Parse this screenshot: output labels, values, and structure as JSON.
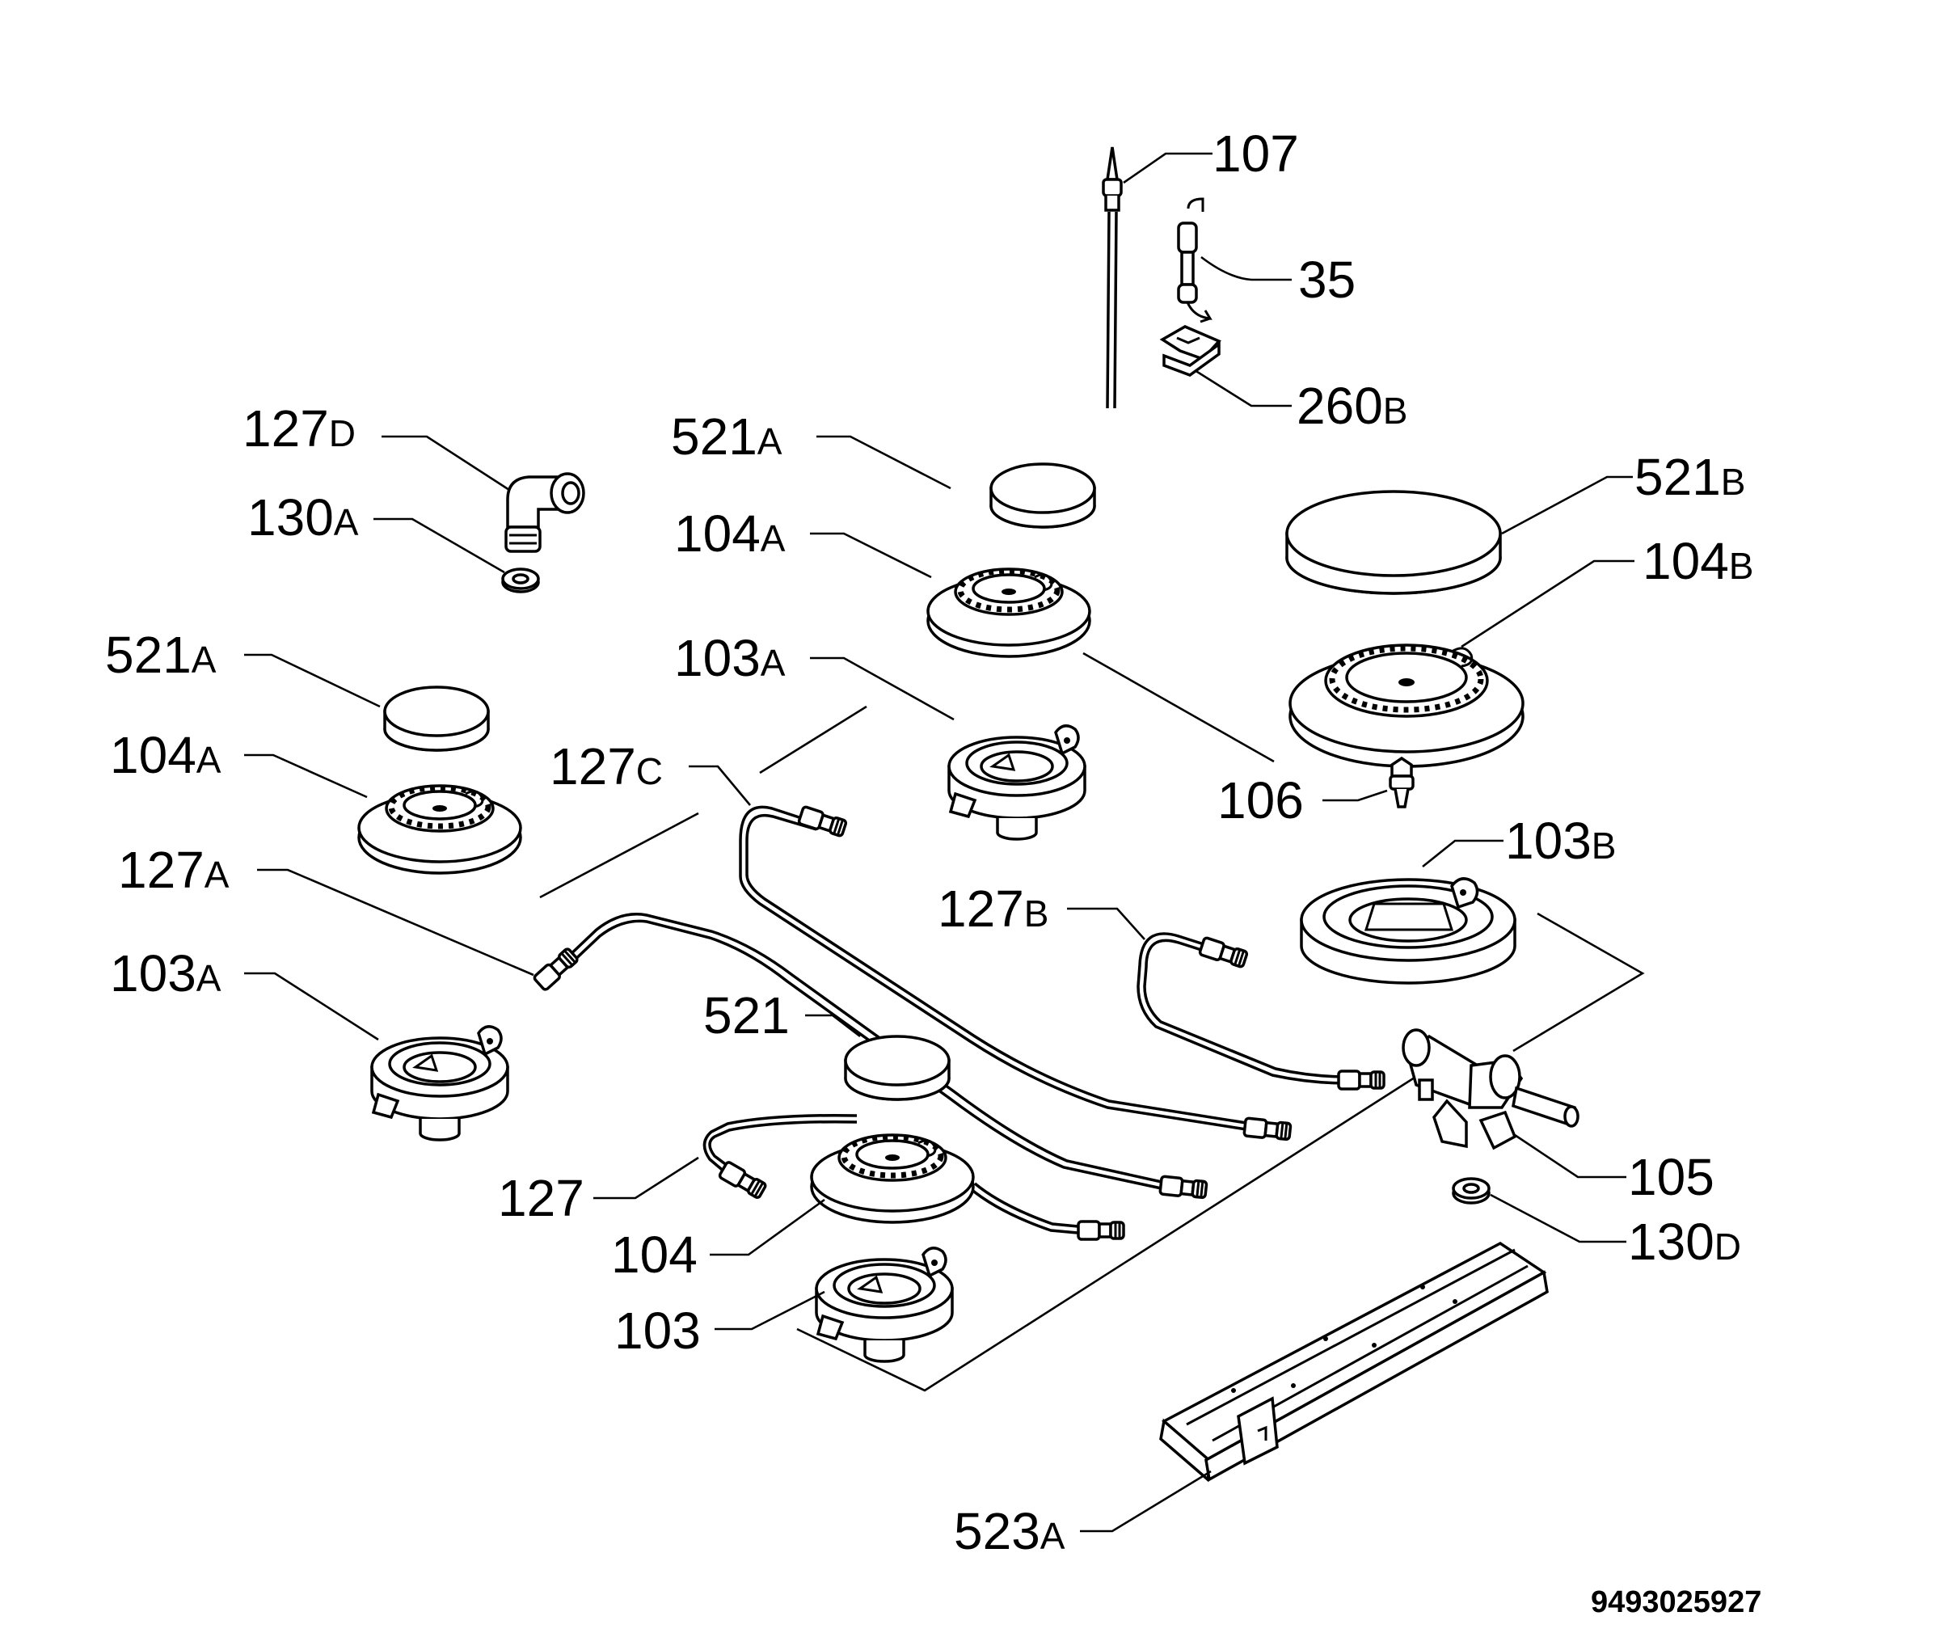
{
  "diagram": {
    "doc_number": "9493025927",
    "labels": {
      "l107": {
        "num": "107",
        "suffix": ""
      },
      "l35": {
        "num": "35",
        "suffix": ""
      },
      "l260b": {
        "num": "260",
        "suffix": "B"
      },
      "l127d": {
        "num": "127",
        "suffix": "D"
      },
      "l130a": {
        "num": "130",
        "suffix": "A"
      },
      "l521a_top": {
        "num": "521",
        "suffix": "A"
      },
      "l104a_top": {
        "num": "104",
        "suffix": "A"
      },
      "l103a_top": {
        "num": "103",
        "suffix": "A"
      },
      "l521b": {
        "num": "521",
        "suffix": "B"
      },
      "l104b": {
        "num": "104",
        "suffix": "B"
      },
      "l106": {
        "num": "106",
        "suffix": ""
      },
      "l103b": {
        "num": "103",
        "suffix": "B"
      },
      "l521a_left": {
        "num": "521",
        "suffix": "A"
      },
      "l104a_left": {
        "num": "104",
        "suffix": "A"
      },
      "l127c": {
        "num": "127",
        "suffix": "C"
      },
      "l127a": {
        "num": "127",
        "suffix": "A"
      },
      "l127b": {
        "num": "127",
        "suffix": "B"
      },
      "l103a_left": {
        "num": "103",
        "suffix": "A"
      },
      "l521": {
        "num": "521",
        "suffix": ""
      },
      "l127": {
        "num": "127",
        "suffix": ""
      },
      "l104": {
        "num": "104",
        "suffix": ""
      },
      "l103": {
        "num": "103",
        "suffix": ""
      },
      "l105": {
        "num": "105",
        "suffix": ""
      },
      "l130d": {
        "num": "130",
        "suffix": "D"
      },
      "l523a": {
        "num": "523",
        "suffix": "A"
      }
    }
  }
}
